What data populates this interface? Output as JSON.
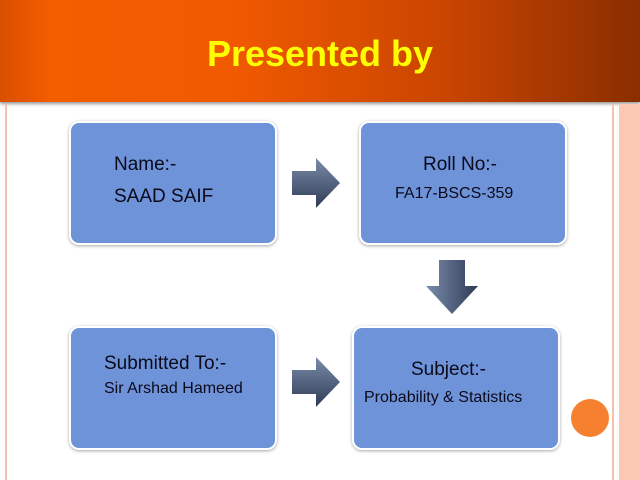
{
  "title": "Presented by",
  "boxes": [
    {
      "label": "Name:-",
      "value": "SAAD SAIF"
    },
    {
      "label": "Roll No:-",
      "value": "FA17-BSCS-359"
    },
    {
      "label": "Submitted To:-",
      "value": "Sir Arshad Hameed"
    },
    {
      "label": "Subject:-",
      "value": "Probability & Statistics"
    }
  ],
  "colors": {
    "header": "#f25a00",
    "title": "#ffff00",
    "box": "#6f93d9",
    "accent": "#f6802f"
  }
}
